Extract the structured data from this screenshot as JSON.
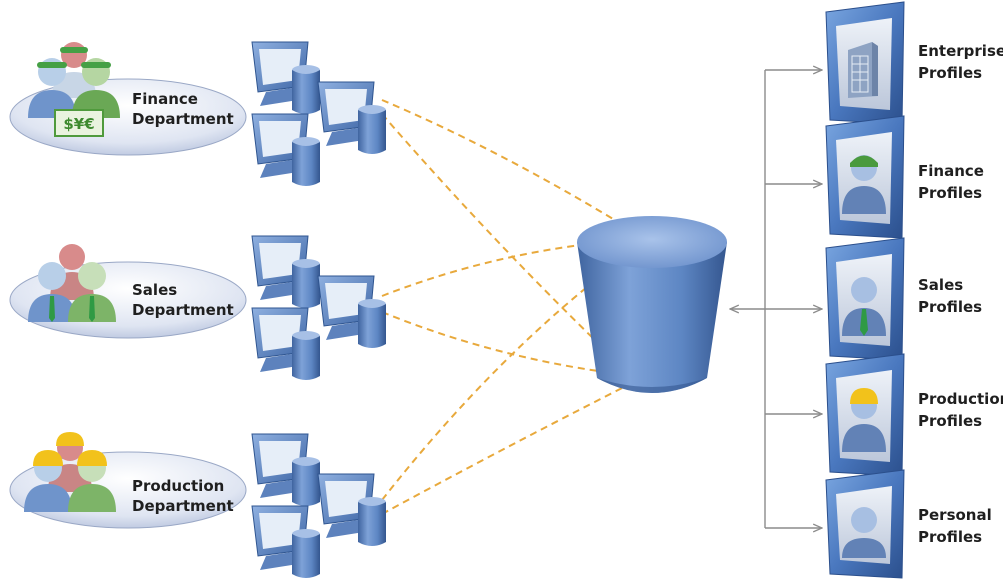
{
  "departments": [
    {
      "line1": "Finance",
      "line2": "Department",
      "currency_symbols": "$¥€"
    },
    {
      "line1": "Sales",
      "line2": "Department"
    },
    {
      "line1": "Production",
      "line2": "Department"
    }
  ],
  "profiles": [
    {
      "line1": "Enterprise",
      "line2": "Profiles",
      "icon": "office-building-icon"
    },
    {
      "line1": "Finance",
      "line2": "Profiles",
      "icon": "person-green-cap-icon"
    },
    {
      "line1": "Sales",
      "line2": "Profiles",
      "icon": "person-green-tie-icon"
    },
    {
      "line1": "Production",
      "line2": "Profiles",
      "icon": "person-yellow-hardhat-icon"
    },
    {
      "line1": "Personal",
      "line2": "Profiles",
      "icon": "person-icon"
    }
  ],
  "colors": {
    "connector": "#e8a93c",
    "database_blue": "#5e87c4",
    "frame_blue": "#4e7fc4",
    "arrow_gray": "#8c8c8c"
  }
}
